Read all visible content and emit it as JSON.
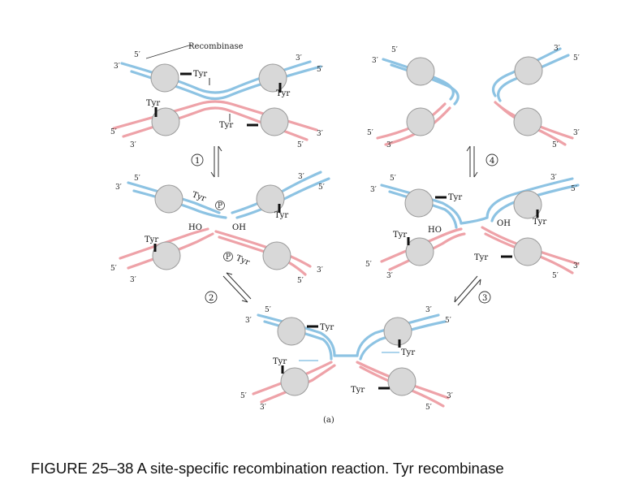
{
  "figure": {
    "recombinase_label": "Recombinase",
    "tyr": "Tyr",
    "five_prime": "5′",
    "three_prime": "3′",
    "ho": "HO",
    "oh": "OH",
    "step1": "1",
    "step2": "2",
    "step3": "3",
    "step4": "4",
    "phospho": "P",
    "panel_label": "(a)"
  },
  "caption": "FIGURE 25–38 A site-specific recombination reaction.  Tyr recombinase",
  "colors": {
    "strand_blue": "#8dc3e3",
    "strand_pink": "#eea2a8",
    "protein": "#d8d8d8"
  }
}
